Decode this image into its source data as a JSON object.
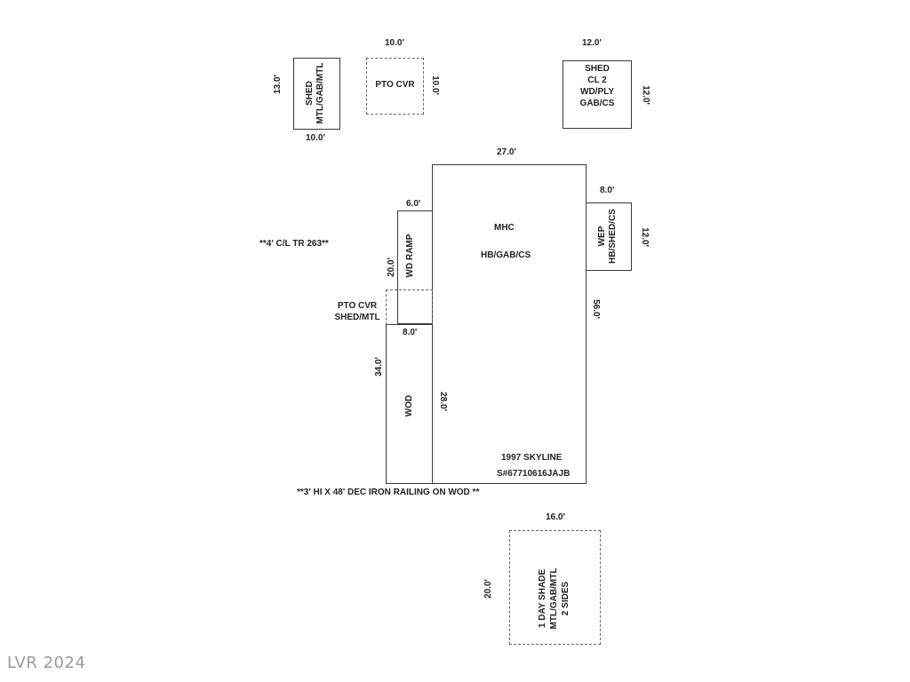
{
  "structures": {
    "shed_a": {
      "label": "SHED\nMTL/GAB/MTL",
      "width_dim": "10.0'",
      "height_dim": "13.0'"
    },
    "pto_cvr_top": {
      "label": "PTO CVR",
      "width_dim": "10.0'",
      "height_dim": "10.0'"
    },
    "shed_b": {
      "label": "SHED\nCL 2\nWD/PLY\nGAB/CS",
      "width_dim": "12.0'",
      "height_dim": "12.0'"
    },
    "mhc": {
      "label": "MHC",
      "sublabel": "HB/GAB/CS",
      "width_dim": "27.0'",
      "height_dim": "56.0'",
      "inner_dim": "28.0'",
      "year_make": "1997 SKYLINE",
      "serial": "S#67710616JAJB"
    },
    "wep": {
      "label": "WEP\nHB/SHED/CS",
      "width_dim": "8.0'",
      "height_dim": "12.0'"
    },
    "wd_ramp": {
      "label": "WD RAMP",
      "width_dim": "6.0'",
      "height_dim": "20.0'"
    },
    "pto_cvr_side": {
      "label": "PTO CVR\nSHED/MTL"
    },
    "wod": {
      "label": "WOD",
      "width_dim": "8.0'",
      "height_dim": "34.0'"
    },
    "shade": {
      "label": "1 DAY SHADE\nMTL/GAB/MTL\n2 SIDES",
      "width_dim": "16.0'",
      "height_dim": "20.0'"
    }
  },
  "notes": {
    "fence": "**4' C/L TR 263**",
    "railing": "**3' HI X 48' DEC IRON RAILING ON WOD **"
  },
  "watermark": "LVR 2024"
}
